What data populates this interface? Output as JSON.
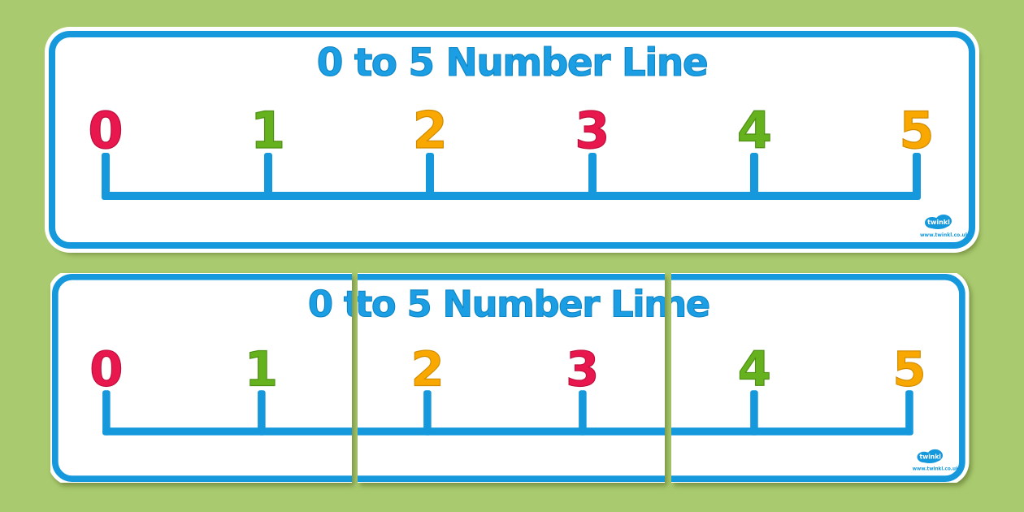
{
  "colors": {
    "background": "#a9ca6e",
    "blue": "#1599dc",
    "title_blue": "#1b9ee3"
  },
  "banner": {
    "title": "0 to 5 Number Line",
    "numbers": [
      {
        "value": "0",
        "color": "#e8174d",
        "stroke": "#bf0e3c"
      },
      {
        "value": "1",
        "color": "#66b21e",
        "stroke": "#4d9012"
      },
      {
        "value": "2",
        "color": "#f8a801",
        "stroke": "#d18b00"
      },
      {
        "value": "3",
        "color": "#e8174d",
        "stroke": "#bf0e3c"
      },
      {
        "value": "4",
        "color": "#66b21e",
        "stroke": "#4d9012"
      },
      {
        "value": "5",
        "color": "#f8a801",
        "stroke": "#d18b00"
      }
    ],
    "line_color": "#1599dc"
  },
  "logo": {
    "brand": "twinkl",
    "tagline": "www.twinkl.co.uk"
  }
}
